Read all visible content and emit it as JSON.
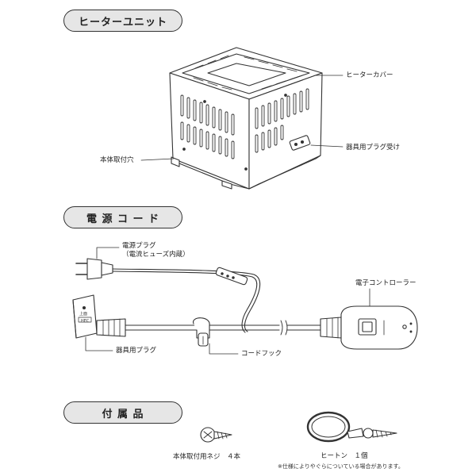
{
  "sections": {
    "heater_unit": "ヒーターユニット",
    "power_cord": "電 源 コ ー ド",
    "accessories": "付 属 品"
  },
  "heater_unit_labels": {
    "cover": "ヒーターカバー",
    "appliance_plug_socket": "器具用プラグ受け",
    "mount_hole": "本体取付穴"
  },
  "power_cord_labels": {
    "power_plug": "電源プラグ",
    "power_plug_note": "（電流ヒューズ内蔵）",
    "controller": "電子コントローラー",
    "appliance_plug": "器具用プラグ",
    "cord_hook": "コードフック",
    "plug_text_1": "上面",
    "plug_text_2": "HEC"
  },
  "accessory_labels": {
    "screw": "本体取付用ネジ　４本",
    "heaton": "ヒートン　１個",
    "spec_note": "※仕様によりやぐらについている場合があります。"
  }
}
